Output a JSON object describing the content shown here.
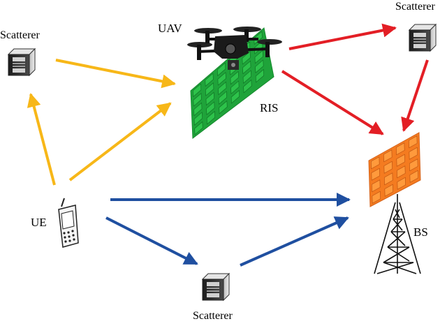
{
  "labels": {
    "scatterer_left": "Scatterer",
    "scatterer_top_right": "Scatterer",
    "scatterer_bottom": "Scatterer",
    "uav": "UAV",
    "ris": "RIS",
    "ue": "UE",
    "bs": "BS"
  },
  "colors": {
    "ue_to_ris_path": "#f7b718",
    "ris_to_bs_path": "#e31e25",
    "ue_to_bs_path": "#1f4fa0",
    "ris_panel": "#1fa33a",
    "bs_panel": "#f47b20"
  },
  "icons": {
    "scatterer": "server-cube-icon",
    "uav": "drone-icon",
    "ue": "mobile-phone-icon",
    "bs": "lattice-tower-icon"
  }
}
